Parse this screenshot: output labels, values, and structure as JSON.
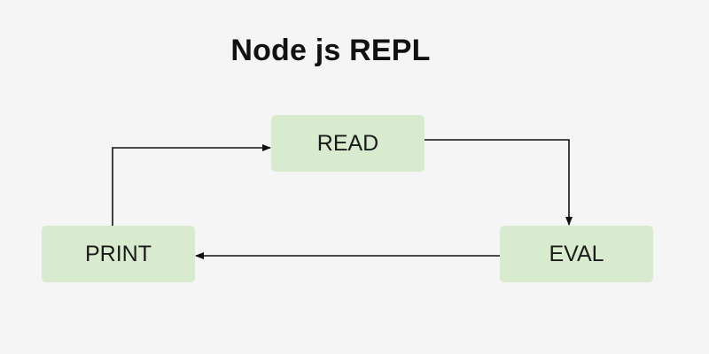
{
  "diagram": {
    "title": "Node js REPL",
    "nodes": {
      "read": "READ",
      "eval": "EVAL",
      "print": "PRINT"
    },
    "edges": [
      {
        "from": "read",
        "to": "eval"
      },
      {
        "from": "eval",
        "to": "print"
      },
      {
        "from": "print",
        "to": "read"
      }
    ],
    "colors": {
      "background": "#f5f5f5",
      "node_fill": "#d9ebcf",
      "text": "#1a1a1a",
      "arrow": "#111111"
    }
  }
}
